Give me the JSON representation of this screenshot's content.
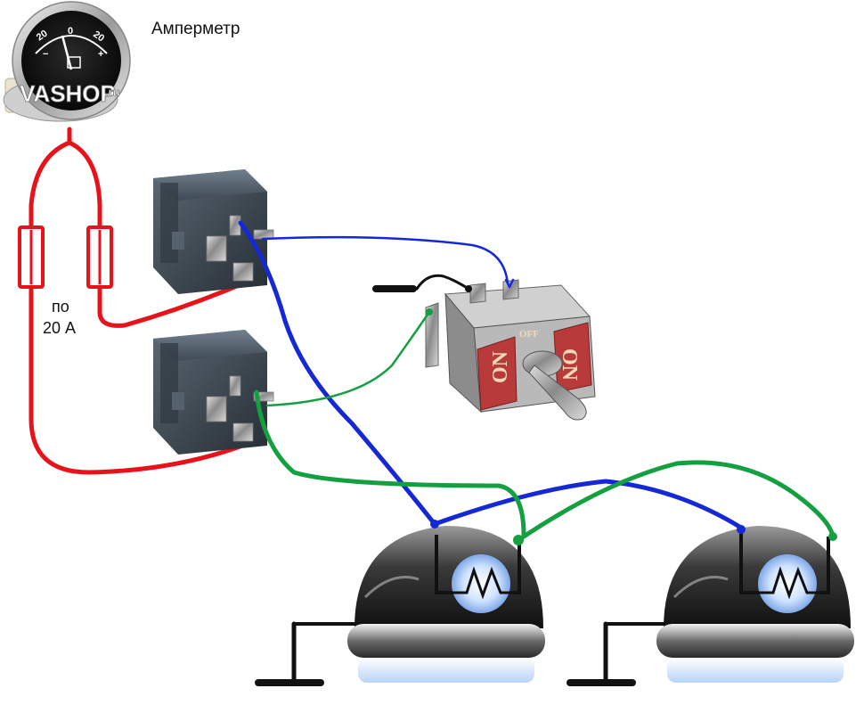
{
  "labels": {
    "ammeter": "Амперметр",
    "fuse_line1": "по",
    "fuse_line2": "20 А",
    "watermark": "VASHOP",
    "watermark_suffix": ".ru"
  },
  "gauge": {
    "marks_left": "20",
    "mark_center": "0",
    "marks_right": "20",
    "minus": "−",
    "plus": "+"
  },
  "toggle_switch": {
    "left_label": "ON",
    "center_label": "OFF",
    "right_label": "ON"
  },
  "colors": {
    "power_wire": "#e8121a",
    "control_wire": "#1428d6",
    "signal_wire": "#14a040",
    "ground_wire": "#111111",
    "switch_plate": "#b83a3a",
    "relay_body": "#3e4a55"
  }
}
